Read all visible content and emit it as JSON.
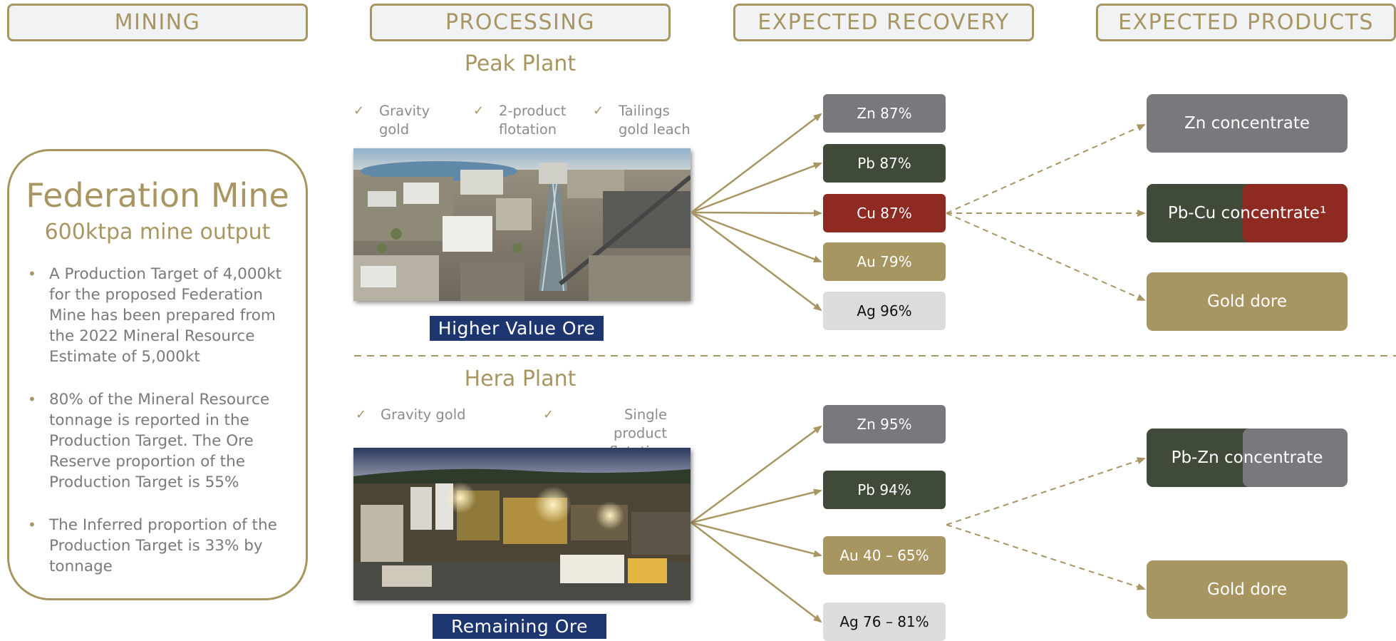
{
  "headers": {
    "mining": "MINING",
    "processing": "PROCESSING",
    "recovery": "EXPECTED RECOVERY",
    "products": "EXPECTED PRODUCTS"
  },
  "federation": {
    "title": "Federation Mine",
    "subtitle": "600ktpa mine output",
    "bullets": [
      "A Production Target of 4,000kt for the proposed Federation Mine has been prepared from the 2022 Mineral Resource Estimate of 5,000kt",
      "80% of the Mineral Resource tonnage is reported in the Production Target. The Ore Reserve proportion of the Production Target is 55%",
      "The Inferred proportion of the Production Target is 33% by tonnage"
    ]
  },
  "peak": {
    "title": "Peak Plant",
    "features": [
      "Gravity gold",
      "2-product flotation",
      "Tailings gold leach"
    ],
    "ore_label": "Higher Value Ore",
    "recoveries": [
      {
        "label": "Zn 87%",
        "color": "#78787d"
      },
      {
        "label": "Pb 87%",
        "color": "#3f4a39"
      },
      {
        "label": "Cu 87%",
        "color": "#8e2a21"
      },
      {
        "label": "Au 79%",
        "color": "#a89662"
      },
      {
        "label": "Ag 96%",
        "color": "#dcdcdc"
      }
    ]
  },
  "hera": {
    "title": "Hera Plant",
    "features": [
      "Gravity gold",
      "Single product flotation"
    ],
    "ore_label": "Remaining Ore",
    "recoveries": [
      {
        "label": "Zn 95%",
        "color": "#78787d"
      },
      {
        "label": "Pb 94%",
        "color": "#3f4a39"
      },
      {
        "label": "Au 40 – 65%",
        "color": "#a89662"
      },
      {
        "label": "Ag 76 – 81%",
        "color": "#dcdcdc"
      }
    ]
  },
  "products": {
    "zn_conc": "Zn concentrate",
    "pbcu_conc": "Pb-Cu concentrate¹",
    "gold_dore_1": "Gold dore",
    "pbzn_conc": "Pb-Zn concentrate",
    "gold_dore_2": "Gold dore"
  },
  "colors": {
    "gold": "#a89662",
    "zinc_grey": "#78787d",
    "lead_green": "#3f4a39",
    "copper_red": "#8e2a21",
    "silver_light": "#dcdcdc",
    "navy": "#1e3670"
  }
}
